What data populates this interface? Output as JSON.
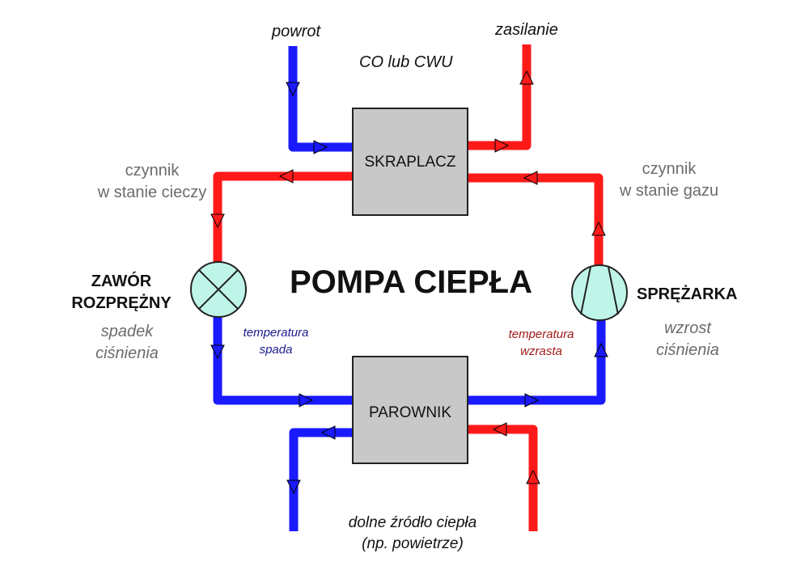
{
  "title": "POMPA CIEPŁA",
  "colors": {
    "hot": "#ff1a1a",
    "cold": "#1a1aff",
    "box_fill": "#c8c8c8",
    "device_fill": "#bff5e9"
  },
  "top_system": {
    "inlet": "powrot",
    "outlet": "zasilanie",
    "name": "CO lub CWU"
  },
  "condenser": {
    "label": "SKRAPLACZ"
  },
  "evaporator": {
    "label": "PAROWNIK"
  },
  "left_top": {
    "line1": "czynnik",
    "line2": "w stanie cieczy"
  },
  "right_top": {
    "line1": "czynnik",
    "line2": "w stanie gazu"
  },
  "expansion_valve": {
    "line1": "ZAWÓR",
    "line2": "ROZPRĘŻNY",
    "effect_line1": "spadek",
    "effect_line2": "ciśnienia",
    "icon": "valve-cross-icon"
  },
  "compressor": {
    "name": "SPRĘŻARKA",
    "effect_line1": "wzrost",
    "effect_line2": "ciśnienia",
    "icon": "compressor-icon"
  },
  "temp_down": {
    "line1": "temperatura",
    "line2": "spada"
  },
  "temp_up": {
    "line1": "temperatura",
    "line2": "wzrasta"
  },
  "bottom_source": {
    "line1": "dolne źródło ciepła",
    "line2": "(np. powietrze)"
  }
}
